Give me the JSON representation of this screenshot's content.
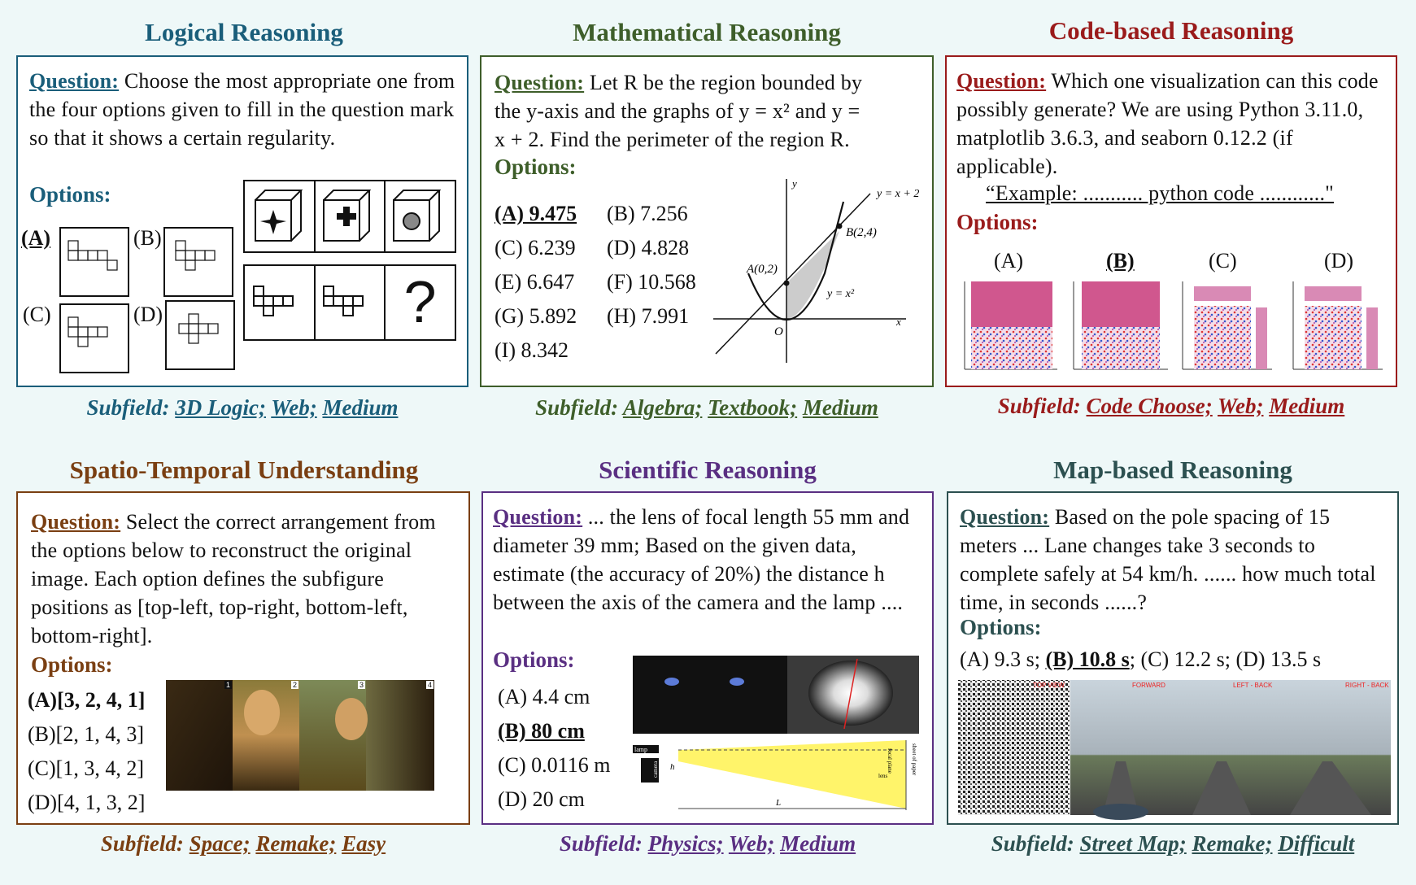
{
  "panels": {
    "logical": {
      "title": "Logical Reasoning",
      "question_label": "Question:",
      "question": "Choose the most appropriate one from the four options given to fill in the question mark so that it shows a certain regularity.",
      "options_label": "Options:",
      "options": [
        "(A)",
        "(B)",
        "(C)",
        "(D)"
      ],
      "qmark": "?",
      "subfield_prefix": "Subfield:",
      "subfield": [
        "3D Logic;",
        "Web;",
        "Medium"
      ]
    },
    "math": {
      "title": "Mathematical Reasoning",
      "question_label": "Question:",
      "question_line1": "Let R be the region bounded by",
      "question_line2": "the y-axis and the graphs of y = x² and y =",
      "question_line3": "x + 2. Find the perimeter of the region R.",
      "options_label": "Options:",
      "options": [
        "(A) 9.475",
        "(B) 7.256",
        "(C) 6.239",
        "(D) 4.828",
        "(E) 6.647",
        "(F) 10.568",
        "(G) 5.892",
        "(H) 7.991",
        "(I) 8.342"
      ],
      "graph": {
        "y_axis": "y",
        "x_axis": "x",
        "line": "y = x + 2",
        "curve": "y = x²",
        "point_a": "A(0,2)",
        "point_b": "B(2,4)",
        "origin": "O"
      },
      "subfield_prefix": "Subfield:",
      "subfield": [
        "Algebra;",
        "Textbook;",
        "Medium"
      ]
    },
    "code": {
      "title": "Code-based Reasoning",
      "question_label": "Question:",
      "question": "Which one visualization can this code possibly generate? We are using Python 3.11.0, matplotlib 3.6.3, and seaborn 0.12.2 (if applicable).",
      "example": "“Example: ........... python code ............\"",
      "options_label": "Options:",
      "options": [
        "(A)",
        "(B)",
        "(C)",
        "(D)"
      ],
      "subfield_prefix": "Subfield:",
      "subfield": [
        "Code Choose;",
        "Web;",
        "Medium"
      ]
    },
    "spatio": {
      "title": "Spatio-Temporal Understanding",
      "question_label": "Question:",
      "question": "Select the correct arrangement from the options below to reconstruct the original image. Each option defines the subfigure positions as [top-left, top-right, bottom-left, bottom-right].",
      "options_label": "Options:",
      "options": [
        "(A)[3, 2, 4, 1]",
        "(B)[2, 1, 4, 3]",
        "(C)[1, 3, 4, 2]",
        "(D)[4, 1, 3, 2]"
      ],
      "tiles": [
        "1",
        "2",
        "3",
        "4"
      ],
      "subfield_prefix": "Subfield:",
      "subfield": [
        "Space;",
        "Remake;",
        "Easy"
      ]
    },
    "science": {
      "title": "Scientific Reasoning",
      "question_label": "Question:",
      "question": "... the lens of focal length 55 mm and diameter 39 mm; Based on the given data, estimate (the accuracy of 20%) the distance h between the axis of the camera and the lamp ....",
      "options_label": "Options:",
      "options": [
        "(A) 4.4 cm",
        "(B) 80 cm",
        "(C) 0.0116 m",
        "(D) 20 cm"
      ],
      "diagram": {
        "lamp": "lamp",
        "camera": "camera",
        "h": "h",
        "L": "L",
        "lens": "lens",
        "focal": "focal plane",
        "sheet": "sheet of paper"
      },
      "subfield_prefix": "Subfield:",
      "subfield": [
        "Physics;",
        "Web;",
        "Medium"
      ]
    },
    "map": {
      "title": "Map-based Reasoning",
      "question_label": "Question:",
      "question": "Based on the pole spacing of 15 meters ... Lane changes take 3 seconds to complete safely at 54 km/h. ...... how much total time, in seconds ......?",
      "options_label": "Options:",
      "options": [
        "(A) 9.3 s;",
        "(B) 10.8 s",
        "; (C) 12.2 s; (D) 13.5 s"
      ],
      "views": [
        "TOP VIEW",
        "FORWARD",
        "LEFT - BACK",
        "RIGHT - BACK"
      ],
      "subfield_prefix": "Subfield:",
      "subfield": [
        "Street Map;",
        "Remake;",
        "Difficult"
      ]
    }
  },
  "colors": {
    "teal": "#1a5e7a",
    "green": "#3e5e2a",
    "red": "#9a1b1b",
    "brown": "#7a3f12",
    "purple": "#5a2f82",
    "slate": "#2c5050"
  }
}
